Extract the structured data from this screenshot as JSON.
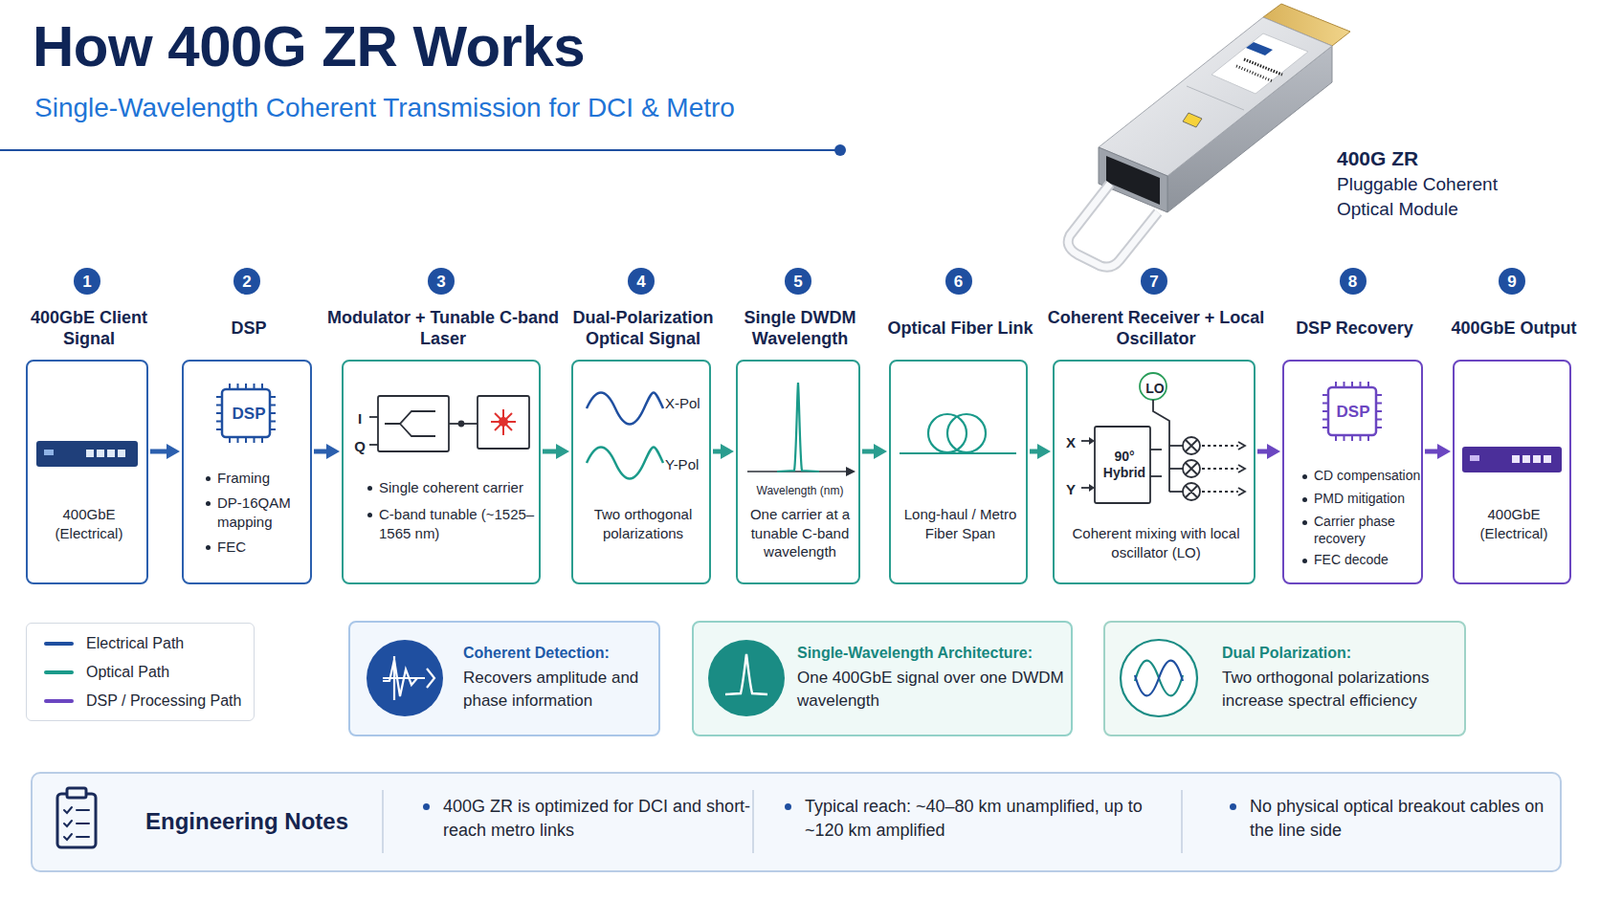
{
  "diagram": {
    "title": "How 400G ZR Works",
    "nodes": [
      {
        "text": [
          "400GbE Client Signal",
          "400GbE (Electrical)"
        ]
      },
      {
        "text": [
          "DSP",
          "DSP",
          "Framing",
          "DP-16QAM mapping",
          "FEC"
        ]
      },
      {
        "text": [
          "Modulator + Tunable C-band Laser",
          "I",
          "Q",
          "Single coherent carrier",
          "C-band tunable (~1525–1565 nm)"
        ]
      },
      {
        "text": [
          "Dual-Polarization Optical Signal",
          "X-Pol",
          "Y-Pol",
          "Two orthogonal polarizations"
        ]
      },
      {
        "text": [
          "Single DWDM Wavelength",
          "Wavelength (nm)",
          "One carrier at a tunable C-band wavelength"
        ]
      },
      {
        "text": [
          "Optical Fiber Link",
          "Long-haul / Metro Fiber Span"
        ]
      },
      {
        "text": [
          "Coherent Receiver + Local Oscillator",
          "LO",
          "X",
          "Y",
          "90° Hybrid",
          "Coherent mixing with local oscillator (LO)"
        ]
      },
      {
        "text": [
          "DSP Recovery",
          "DSP",
          "CD compensation",
          "PMD mitigation",
          "Carrier phase recovery",
          "FEC decode"
        ]
      },
      {
        "text": [
          "400GbE Output",
          "400GbE (Electrical)"
        ]
      },
      {
        "text": [
          "Coherent Detection:",
          "Recovers amplitude and phase information"
        ]
      },
      {
        "text": [
          "Single-Wavelength Architecture:",
          "One 400GbE signal over one DWDM wavelength"
        ]
      },
      {
        "text": [
          "Dual Polarization:",
          "Two orthogonal polarizations increase spectral efficiency"
        ]
      },
      {
        "text": [
          "Engineering Notes",
          "400G ZR is optimized for DCI and short-reach metro links",
          "Typical reach: ~40–80 km unamplified, up to ~120 km amplified",
          "No physical optical breakout cables on the line side"
        ]
      }
    ],
    "edges": [
      {
        "from": 0,
        "to": 1,
        "arrow": "to"
      },
      {
        "from": 1,
        "to": 2,
        "arrow": "to"
      },
      {
        "from": 2,
        "to": 3,
        "arrow": "to"
      },
      {
        "from": 3,
        "to": 4,
        "arrow": "to"
      },
      {
        "from": 4,
        "to": 5,
        "arrow": "to"
      },
      {
        "from": 5,
        "to": 6,
        "arrow": "to"
      },
      {
        "from": 6,
        "to": 7,
        "arrow": "to"
      },
      {
        "from": 7,
        "to": 8,
        "arrow": "to"
      }
    ],
    "labels": [
      "Single-Wavelength Coherent Transmission for DCI & Metro",
      "400G ZR",
      "Pluggable Coherent Optical Module",
      "1",
      "2",
      "3",
      "4",
      "5",
      "6",
      "7",
      "8",
      "9"
    ],
    "legend": [
      {
        "text": "Electrical Path",
        "color": "#1f4fa0"
      },
      {
        "text": "Optical Path",
        "color": "#1a9a8a"
      },
      {
        "text": "DSP / Processing Path",
        "color": "#6b46c1"
      }
    ]
  }
}
